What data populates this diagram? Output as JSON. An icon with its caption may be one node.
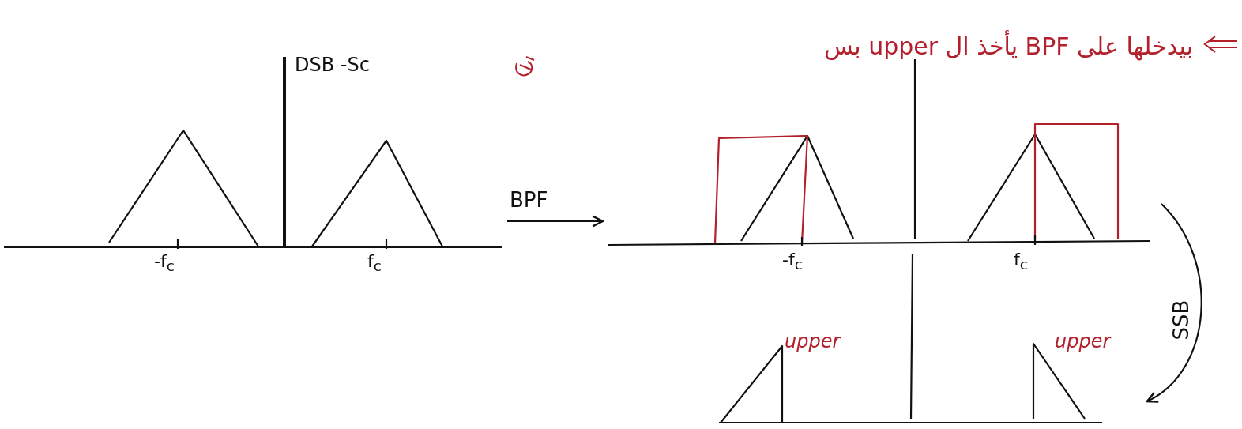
{
  "diagram": {
    "nodes": [
      {
        "text": [
          "DSB -Sc"
        ]
      },
      {
        "text": [],
        "shape": "picture"
      },
      {
        "text": [
          "upper",
          "upper"
        ]
      }
    ],
    "edges": [
      {
        "from": 0,
        "to": 1,
        "arrow": "to",
        "label": "BPF"
      },
      {
        "from": 1,
        "to": 2,
        "arrow": "to",
        "label": "SSB"
      }
    ],
    "labels": [
      "بيدخلها على BPF يأخذ ال upper بس",
      "-f$_{c}$",
      "f$_{c}$",
      "-f$_{c}$",
      "f$_{c}$"
    ]
  }
}
